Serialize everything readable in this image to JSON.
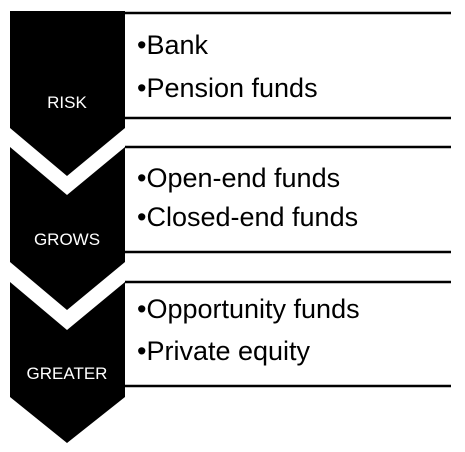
{
  "colors": {
    "chevron": "#000000",
    "chevron_text": "#ffffff",
    "panel_border": "#000000",
    "panel_fill": "#ffffff",
    "item_text": "#000000"
  },
  "stages": [
    {
      "label": "RISK",
      "items": [
        "•Bank",
        "•Pension funds"
      ]
    },
    {
      "label": "GROWS",
      "items": [
        "•Open-end funds",
        "•Closed-end funds"
      ]
    },
    {
      "label": "GREATER",
      "items": [
        "•Opportunity funds",
        "•Private equity"
      ]
    }
  ]
}
